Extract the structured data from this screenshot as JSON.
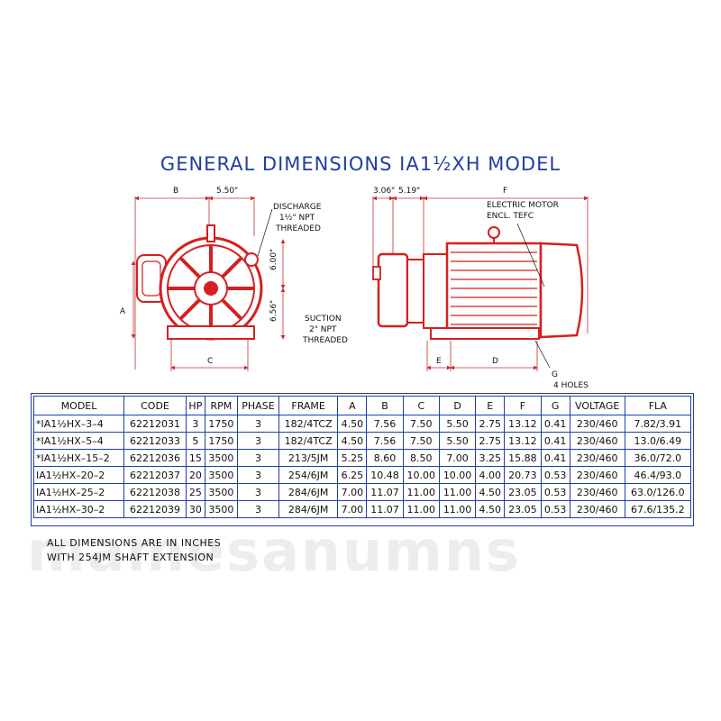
{
  "title": "GENERAL DIMENSIONS IA1½XH MODEL",
  "front_view": {
    "label_b": "B",
    "label_5_50": "5.50\"",
    "label_a": "A",
    "label_c": "C",
    "label_6_00": "6.00\"",
    "label_6_56": "6.56\"",
    "discharge_line1": "DISCHARGE",
    "discharge_line2": "1½\" NPT",
    "discharge_line3": "THREADED",
    "suction_line1": "SUCTION",
    "suction_line2": "2\" NPT",
    "suction_line3": "THREADED"
  },
  "side_view": {
    "label_3_06": "3.06\"",
    "label_5_19": "5.19\"",
    "label_f": "F",
    "motor_line1": "ELECTRIC MOTOR",
    "motor_line2": "ENCL. TEFC",
    "label_e": "E",
    "label_d": "D",
    "holes_line1": "G",
    "holes_line2": "4 HOLES"
  },
  "table": {
    "headers": [
      "MODEL",
      "CODE",
      "HP",
      "RPM",
      "PHASE",
      "FRAME",
      "A",
      "B",
      "C",
      "D",
      "E",
      "F",
      "G",
      "VOLTAGE",
      "FLA"
    ],
    "rows": [
      [
        "*IA1½HX–3–4",
        "62212031",
        "3",
        "1750",
        "3",
        "182/4TCZ",
        "4.50",
        "7.56",
        "7.50",
        "5.50",
        "2.75",
        "13.12",
        "0.41",
        "230/460",
        "7.82/3.91"
      ],
      [
        "*IA1½HX–5–4",
        "62212033",
        "5",
        "1750",
        "3",
        "182/4TCZ",
        "4.50",
        "7.56",
        "7.50",
        "5.50",
        "2.75",
        "13.12",
        "0.41",
        "230/460",
        "13.0/6.49"
      ],
      [
        "*IA1½HX–15–2",
        "62212036",
        "15",
        "3500",
        "3",
        "213/5JM",
        "5.25",
        "8.60",
        "8.50",
        "7.00",
        "3.25",
        "15.88",
        "0.41",
        "230/460",
        "36.0/72.0"
      ],
      [
        "IA1½HX–20–2",
        "62212037",
        "20",
        "3500",
        "3",
        "254/6JM",
        "6.25",
        "10.48",
        "10.00",
        "10.00",
        "4.00",
        "20.73",
        "0.53",
        "230/460",
        "46.4/93.0"
      ],
      [
        "IA1½HX–25–2",
        "62212038",
        "25",
        "3500",
        "3",
        "284/6JM",
        "7.00",
        "11.07",
        "11.00",
        "11.00",
        "4.50",
        "23.05",
        "0.53",
        "230/460",
        "63.0/126.0"
      ],
      [
        "IA1½HX–30–2",
        "62212039",
        "30",
        "3500",
        "3",
        "284/6JM",
        "7.00",
        "11.07",
        "11.00",
        "11.00",
        "4.50",
        "23.05",
        "0.53",
        "230/460",
        "67.6/135.2"
      ]
    ]
  },
  "notes": {
    "line1": "ALL DIMENSIONS ARE IN INCHES",
    "line2": "WITH 254JM SHAFT EXTENSION"
  },
  "watermark": "mamesanumns",
  "colors": {
    "title": "#1f3fa3",
    "drawing": "#d42020",
    "table_border": "#1f3fa3",
    "dimension_line": "#c03030"
  }
}
